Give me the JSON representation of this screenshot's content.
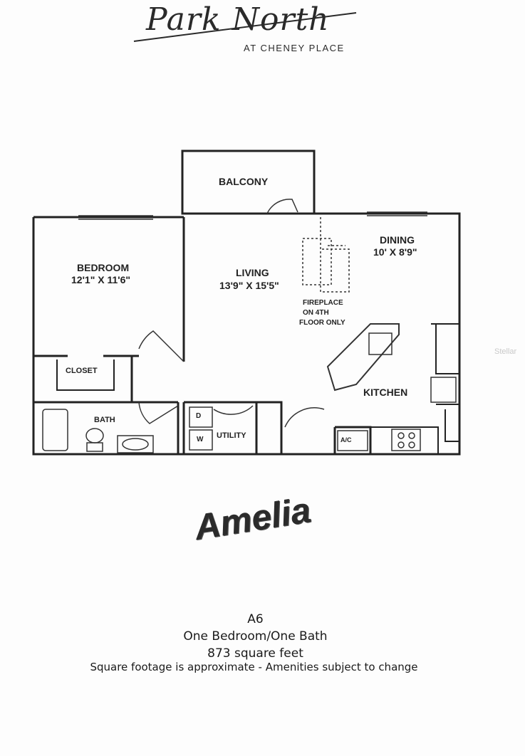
{
  "brand": {
    "script_name": "Park North",
    "subtitle": "AT CHENEY PLACE"
  },
  "rooms": {
    "balcony": "BALCONY",
    "bedroom_name": "BEDROOM",
    "bedroom_size": "12'1\" X 11'6\"",
    "living_name": "LIVING",
    "living_size": "13'9\" X 15'5\"",
    "dining_name": "DINING",
    "dining_size": "10' X 8'9\"",
    "fireplace_note_1": "FIREPLACE",
    "fireplace_note_2": "ON 4TH",
    "fireplace_note_3": "FLOOR ONLY",
    "closet": "CLOSET",
    "bath": "BATH",
    "utility": "UTILITY",
    "dryer": "D",
    "washer": "W",
    "ac": "A/C",
    "kitchen": "KITCHEN"
  },
  "model": {
    "name": "Amelia",
    "code": "A6",
    "type": "One Bedroom/One Bath",
    "area": "873 square feet",
    "disclaimer": "Square footage is approximate - Amenities subject to change"
  },
  "watermark": "Stellar"
}
